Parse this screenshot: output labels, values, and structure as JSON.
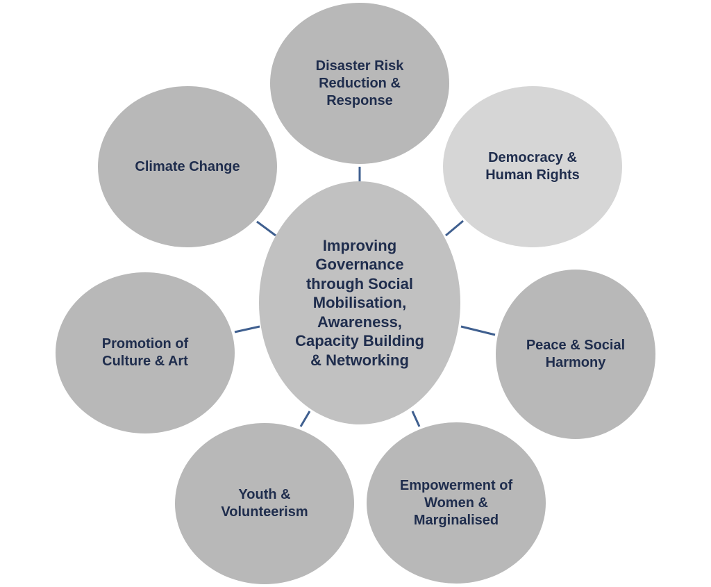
{
  "diagram": {
    "center": {
      "label": "Improving\nGovernance\nthrough Social\nMobilisation,\nAwareness,\nCapacity Building\n& Networking"
    },
    "nodes": {
      "disaster": {
        "label": "Disaster Risk\nReduction &\nResponse"
      },
      "democracy": {
        "label": "Democracy &\nHuman Rights"
      },
      "climate": {
        "label": "Climate Change"
      },
      "culture": {
        "label": "Promotion of\nCulture & Art"
      },
      "peace": {
        "label": "Peace & Social\nHarmony"
      },
      "youth": {
        "label": "Youth &\nVolunteerism"
      },
      "women": {
        "label": "Empowerment of\nWomen &\nMarginalised"
      }
    }
  },
  "colors": {
    "node_fill": "#b8b8b8",
    "node_fill_highlight": "#d6d6d6",
    "center_fill": "#c1c1c1",
    "text": "#1f2d4d",
    "connector": "#3f5f8f"
  }
}
